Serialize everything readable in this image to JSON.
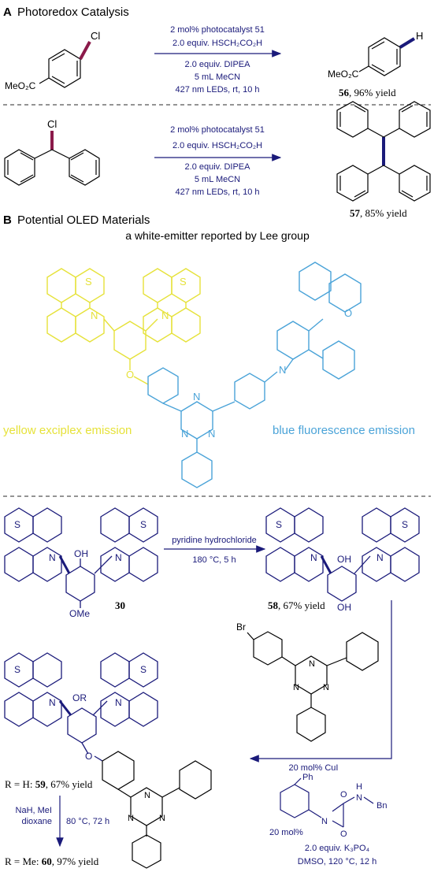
{
  "sectionA": {
    "letter": "A",
    "title": "Photoredox Catalysis",
    "r1": {
      "reactant_label": "MeO₂C",
      "reactant_atom": "Cl",
      "cond1": "2 mol% photocatalyst 51",
      "cond2": "2.0 equiv. HSCH₂CO₂H",
      "cond3": "2.0 equiv. DIPEA",
      "cond4": "5 mL MeCN",
      "cond5": "427 nm LEDs, rt, 10 h",
      "product_label": "MeO₂C",
      "product_atom": "H",
      "yield_num": "56",
      "yield_text": ", 96% yield"
    },
    "r2": {
      "reactant_atom": "Cl",
      "cond1": "2 mol% photocatalyst 51",
      "cond2": "2.0 equiv. HSCH₂CO₂H",
      "cond3": "2.0 equiv. DIPEA",
      "cond4": "5 mL MeCN",
      "cond5": "427 nm LEDs, rt, 10 h",
      "yield_num": "57",
      "yield_text": ", 85% yield"
    }
  },
  "sectionB": {
    "letter": "B",
    "title": "Potential OLED Materials",
    "subtitle": "a white-emitter reported by Lee group",
    "yellow_label": "yellow exciplex emission",
    "blue_label": "blue fluorescence emission",
    "atoms": {
      "S": "S",
      "N": "N",
      "O": "O"
    }
  },
  "synthesis": {
    "s30": {
      "oh": "OH",
      "ome": "OMe",
      "num": "30"
    },
    "step1_top": "pyridine hydrochloride",
    "step1_bottom": "180 °C, 5 h",
    "s58": {
      "oh1": "OH",
      "oh2": "OH",
      "num": "58",
      "yield": ", 67% yield"
    },
    "br": "Br",
    "cat_label": "20 mol% CuI",
    "ligand_ph": "Ph",
    "ligand_mol": "20 mol%",
    "ligand_nh": "H",
    "ligand_n": "N",
    "ligand_bn": "Bn",
    "base": "2.0 equiv. K₃PO₄",
    "solvent": "DMSO, 120 °C, 12 h",
    "s59": {
      "or": "OR",
      "prefix": "R = H: ",
      "num": "59",
      "yield": ", 67% yield"
    },
    "step3_left1": "NaH, MeI",
    "step3_left2": "dioxane",
    "step3_right": "80 °C, 72 h",
    "s60": {
      "prefix": "R = Me: ",
      "num": "60",
      "yield": ", 97% yield"
    }
  },
  "colors": {
    "navy": "#1a1a7a",
    "yellow": "#e6e23a",
    "blue": "#4aa3d8",
    "bond": "#8b1a4a"
  }
}
